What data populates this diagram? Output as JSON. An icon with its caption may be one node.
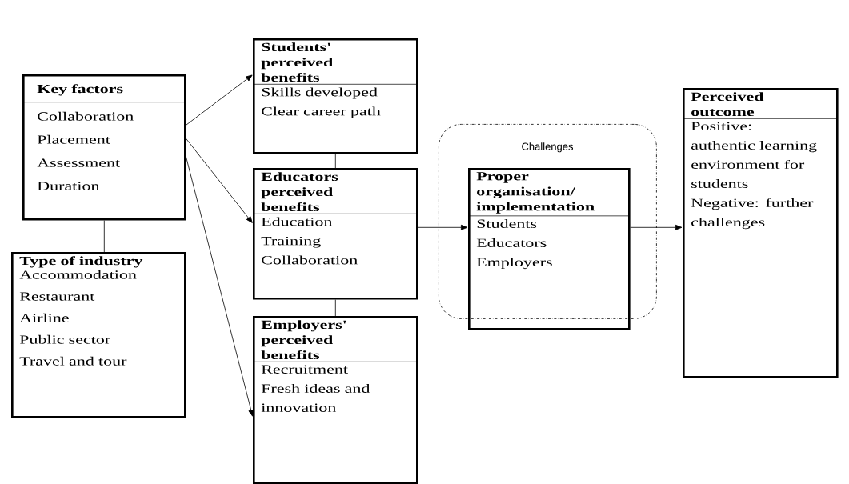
{
  "diagram": {
    "nodes": [
      {
        "text": [
          "Key factors",
          "Collaboration",
          "Placement",
          "Assessment",
          "Duration"
        ]
      },
      {
        "text": [
          "Type of industry",
          "Accommodation",
          "Restaurant",
          "Airline",
          "Public sector",
          "Travel and tour"
        ]
      },
      {
        "text": [
          "Students' perceived benefits",
          "Skills developed",
          "Clear career path"
        ]
      },
      {
        "text": [
          "Educators perceived benefits",
          "Education",
          "Training",
          "Collaboration"
        ]
      },
      {
        "text": [
          "Employers' perceived benefits",
          "Recruitment",
          "Fresh ideas and innovation"
        ]
      },
      {
        "text": [
          "Challenges"
        ]
      },
      {
        "text": [
          "Proper organisation/ implementation",
          "Students",
          "Educators",
          "Employers"
        ],
        "in": 5
      },
      {
        "text": [
          "Perceived outcome",
          "Positive: authentic learning environment for students",
          "Negative: further challenges"
        ]
      }
    ],
    "edges": [
      {
        "from": 0,
        "to": 2,
        "arrow": "to"
      },
      {
        "from": 0,
        "to": 3,
        "arrow": "to"
      },
      {
        "from": 0,
        "to": 4,
        "arrow": "to"
      },
      {
        "from": 0,
        "to": 1,
        "arrow": "none"
      },
      {
        "from": 2,
        "to": 3,
        "arrow": "none"
      },
      {
        "from": 3,
        "to": 4,
        "arrow": "none"
      },
      {
        "from": 3,
        "to": 6,
        "arrow": "to"
      },
      {
        "from": 6,
        "to": 7,
        "arrow": "to"
      }
    ]
  }
}
